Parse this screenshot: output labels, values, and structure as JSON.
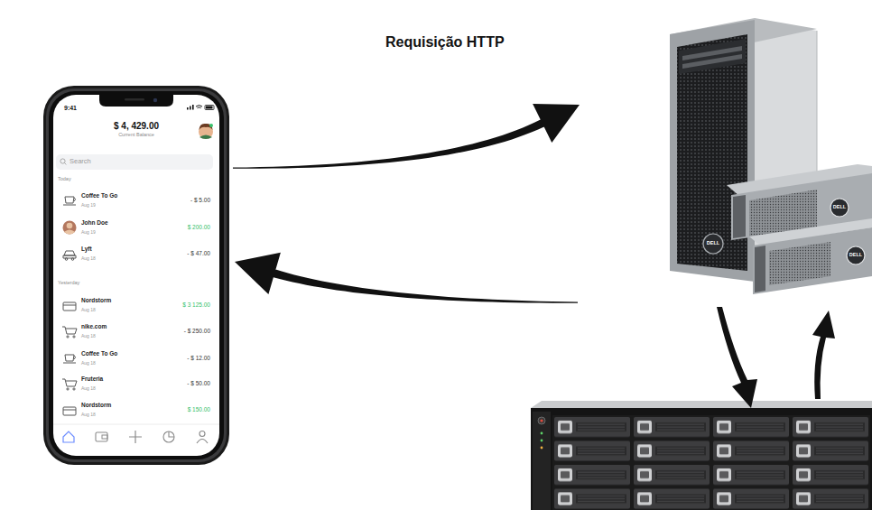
{
  "diagram": {
    "nodes": [
      {
        "text": [
          "9:41",
          "$ 4, 429.00",
          "Current Balance",
          "Search",
          "Today",
          "Coffee To Go",
          "Aug 19",
          "- $ 5.00",
          "John Doe",
          "Aug 19",
          "$ 200.00",
          "Lyft",
          "Aug 18",
          "- $ 47.00",
          "Yesterday",
          "Nordstorm",
          "Aug 18",
          "$ 3 125.00",
          "nike.com",
          "Aug 18",
          "- $ 250.00",
          "Coffee To Go",
          "Aug 18",
          "- $ 12.00",
          "Fruteria",
          "Aug 18",
          "- $ 50.00",
          "Nordstorm",
          "Aug 18",
          "$ 150.00"
        ]
      },
      {
        "text": [
          "DELL",
          "DELL",
          "DELL"
        ]
      }
    ],
    "edges": [
      {
        "from": 0,
        "to": 1,
        "arrow": "to",
        "label": "Requisição HTTP"
      },
      {
        "from": 1,
        "to": 0,
        "arrow": "to"
      }
    ]
  }
}
